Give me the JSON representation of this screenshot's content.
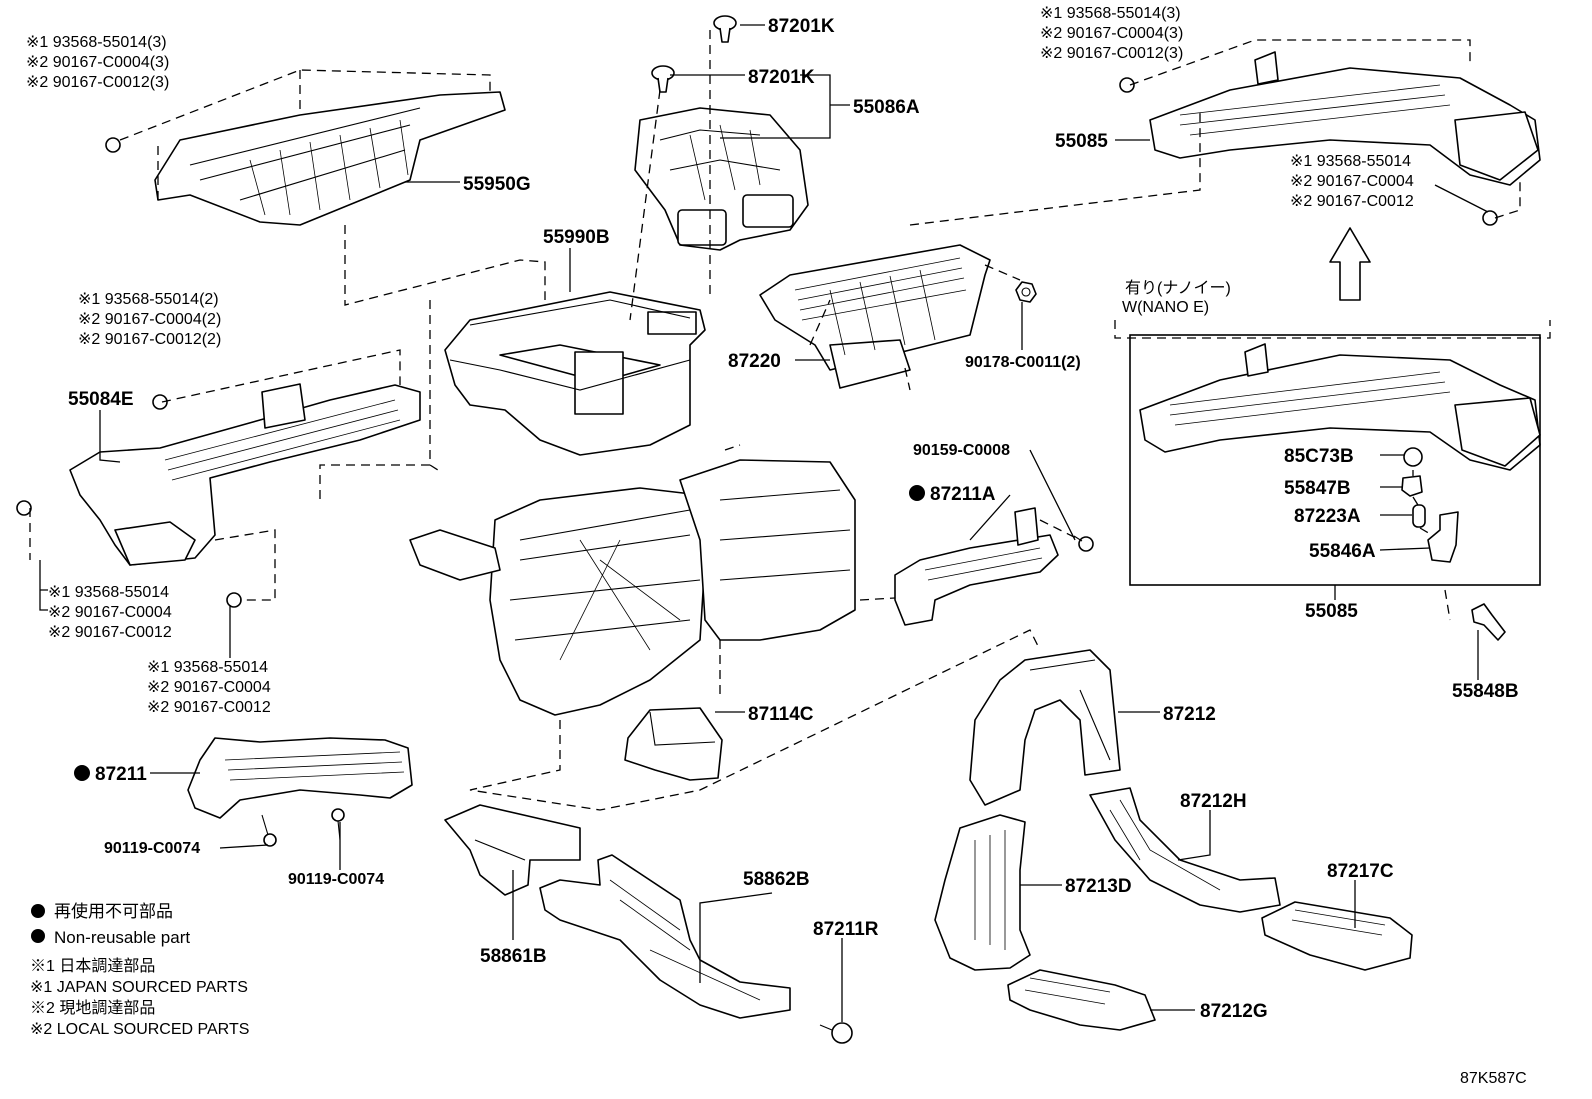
{
  "diagram_id": "87K587C",
  "parts": {
    "p87201K_a": "87201K",
    "p87201K_b": "87201K",
    "p55086A": "55086A",
    "p55950G": "55950G",
    "p55990B": "55990B",
    "p55085_top": "55085",
    "p87220": "87220",
    "p90178": "90178-C0011(2)",
    "p55084E": "55084E",
    "p90159": "90159-C0008",
    "p87211A": "87211A",
    "p87114C": "87114C",
    "p87211": "87211",
    "p90119_a": "90119-C0074",
    "p90119_b": "90119-C0074",
    "p58861B": "58861B",
    "p58862B": "58862B",
    "p87211R": "87211R",
    "p87212": "87212",
    "p87212H": "87212H",
    "p87213D": "87213D",
    "p87217C": "87217C",
    "p87212G": "87212G",
    "p85C73B": "85C73B",
    "p55847B": "55847B",
    "p87223A": "87223A",
    "p55846A": "55846A",
    "p55085_box": "55085",
    "p55848B": "55848B"
  },
  "fastener_groups": {
    "g_tl": [
      "※1 93568-55014(3)",
      "※2 90167-C0004(3)",
      "※2 90167-C0012(3)"
    ],
    "g_tr": [
      "※1 93568-55014(3)",
      "※2 90167-C0004(3)",
      "※2 90167-C0012(3)"
    ],
    "g_r": [
      "※1 93568-55014",
      "※2 90167-C0004",
      "※2 90167-C0012"
    ],
    "g_ml": [
      "※1 93568-55014(2)",
      "※2 90167-C0004(2)",
      "※2 90167-C0012(2)"
    ],
    "g_l1": [
      "※1 93568-55014",
      "※2 90167-C0004",
      "※2 90167-C0012"
    ],
    "g_l2": [
      "※1 93568-55014",
      "※2 90167-C0004",
      "※2 90167-C0012"
    ]
  },
  "variant": {
    "title_jp": "有り(ナノイー)",
    "title_en": "W(NANO E)"
  },
  "legend": {
    "nonreuse_jp": "再使用不可部品",
    "nonreuse_en": "Non-reusable part",
    "s1_jp": "※1 日本調達部品",
    "s1_en": "※1 JAPAN SOURCED PARTS",
    "s2_jp": "※2 現地調達部品",
    "s2_en": "※2 LOCAL SOURCED PARTS"
  }
}
